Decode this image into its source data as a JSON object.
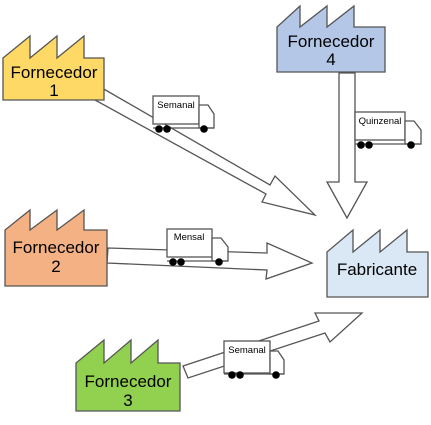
{
  "factories": [
    {
      "id": "fornecedor-1",
      "line1": "Fornecedor",
      "line2": "1",
      "fill": "#FFD966"
    },
    {
      "id": "fornecedor-4",
      "line1": "Fornecedor",
      "line2": "4",
      "fill": "#B4C7E7"
    },
    {
      "id": "fornecedor-2",
      "line1": "Fornecedor",
      "line2": "2",
      "fill": "#F4B183"
    },
    {
      "id": "fornecedor-3",
      "line1": "Fornecedor",
      "line2": "3",
      "fill": "#92D050"
    },
    {
      "id": "fabricante",
      "line1": "Fabricante",
      "line2": "",
      "fill": "#DAE8F5"
    }
  ],
  "trucks": [
    {
      "id": "truck-semanal-1",
      "label": "Semanal"
    },
    {
      "id": "truck-quinzenal",
      "label": "Quinzenal"
    },
    {
      "id": "truck-mensal",
      "label": "Mensal"
    },
    {
      "id": "truck-semanal-3",
      "label": "Semanal"
    }
  ],
  "colors": {
    "stroke": "#444444",
    "arrow_fill": "#ffffff",
    "wheel": "#000000"
  }
}
